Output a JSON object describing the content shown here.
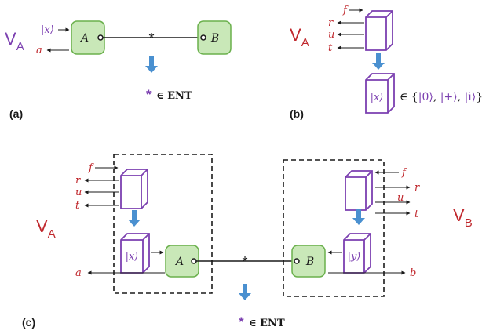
{
  "colors": {
    "red": "#c0282d",
    "purple": "#7b3fb0",
    "green_fill": "#c9e8b8",
    "green_stroke": "#6ab04c",
    "arrow_blue": "#4a90d0",
    "black": "#1a1a1a"
  },
  "panel_a": {
    "panel_label": "(a)",
    "v_label": "V",
    "v_sub": "A",
    "ket": "|x⟩",
    "output": "a",
    "box_a": "A",
    "box_b": "B",
    "star": "*",
    "ent_star": "*",
    "ent_text": "∈ ENT"
  },
  "panel_b": {
    "panel_label": "(b)",
    "v_label": "V",
    "v_sub": "A",
    "in_f": "f",
    "out_r": "r",
    "out_u": "u",
    "out_t": "t",
    "ket": "|x⟩",
    "set_prefix": "∈ {",
    "set_items": [
      "|0⟩",
      "|+⟩",
      "|i⟩"
    ],
    "set_sep": ", ",
    "set_suffix": "}"
  },
  "panel_c": {
    "panel_label": "(c)",
    "left": {
      "v_label": "V",
      "v_sub": "A",
      "in_f": "f",
      "out_r": "r",
      "out_u": "u",
      "out_t": "t",
      "ket": "|x⟩",
      "box": "A",
      "output": "a"
    },
    "right": {
      "v_label": "V",
      "v_sub": "B",
      "in_f": "f",
      "out_r": "r",
      "out_u": "u",
      "out_t": "t",
      "ket": "|y⟩",
      "box": "B",
      "output": "b"
    },
    "star": "*",
    "ent_star": "*",
    "ent_text": "∈ ENT"
  }
}
